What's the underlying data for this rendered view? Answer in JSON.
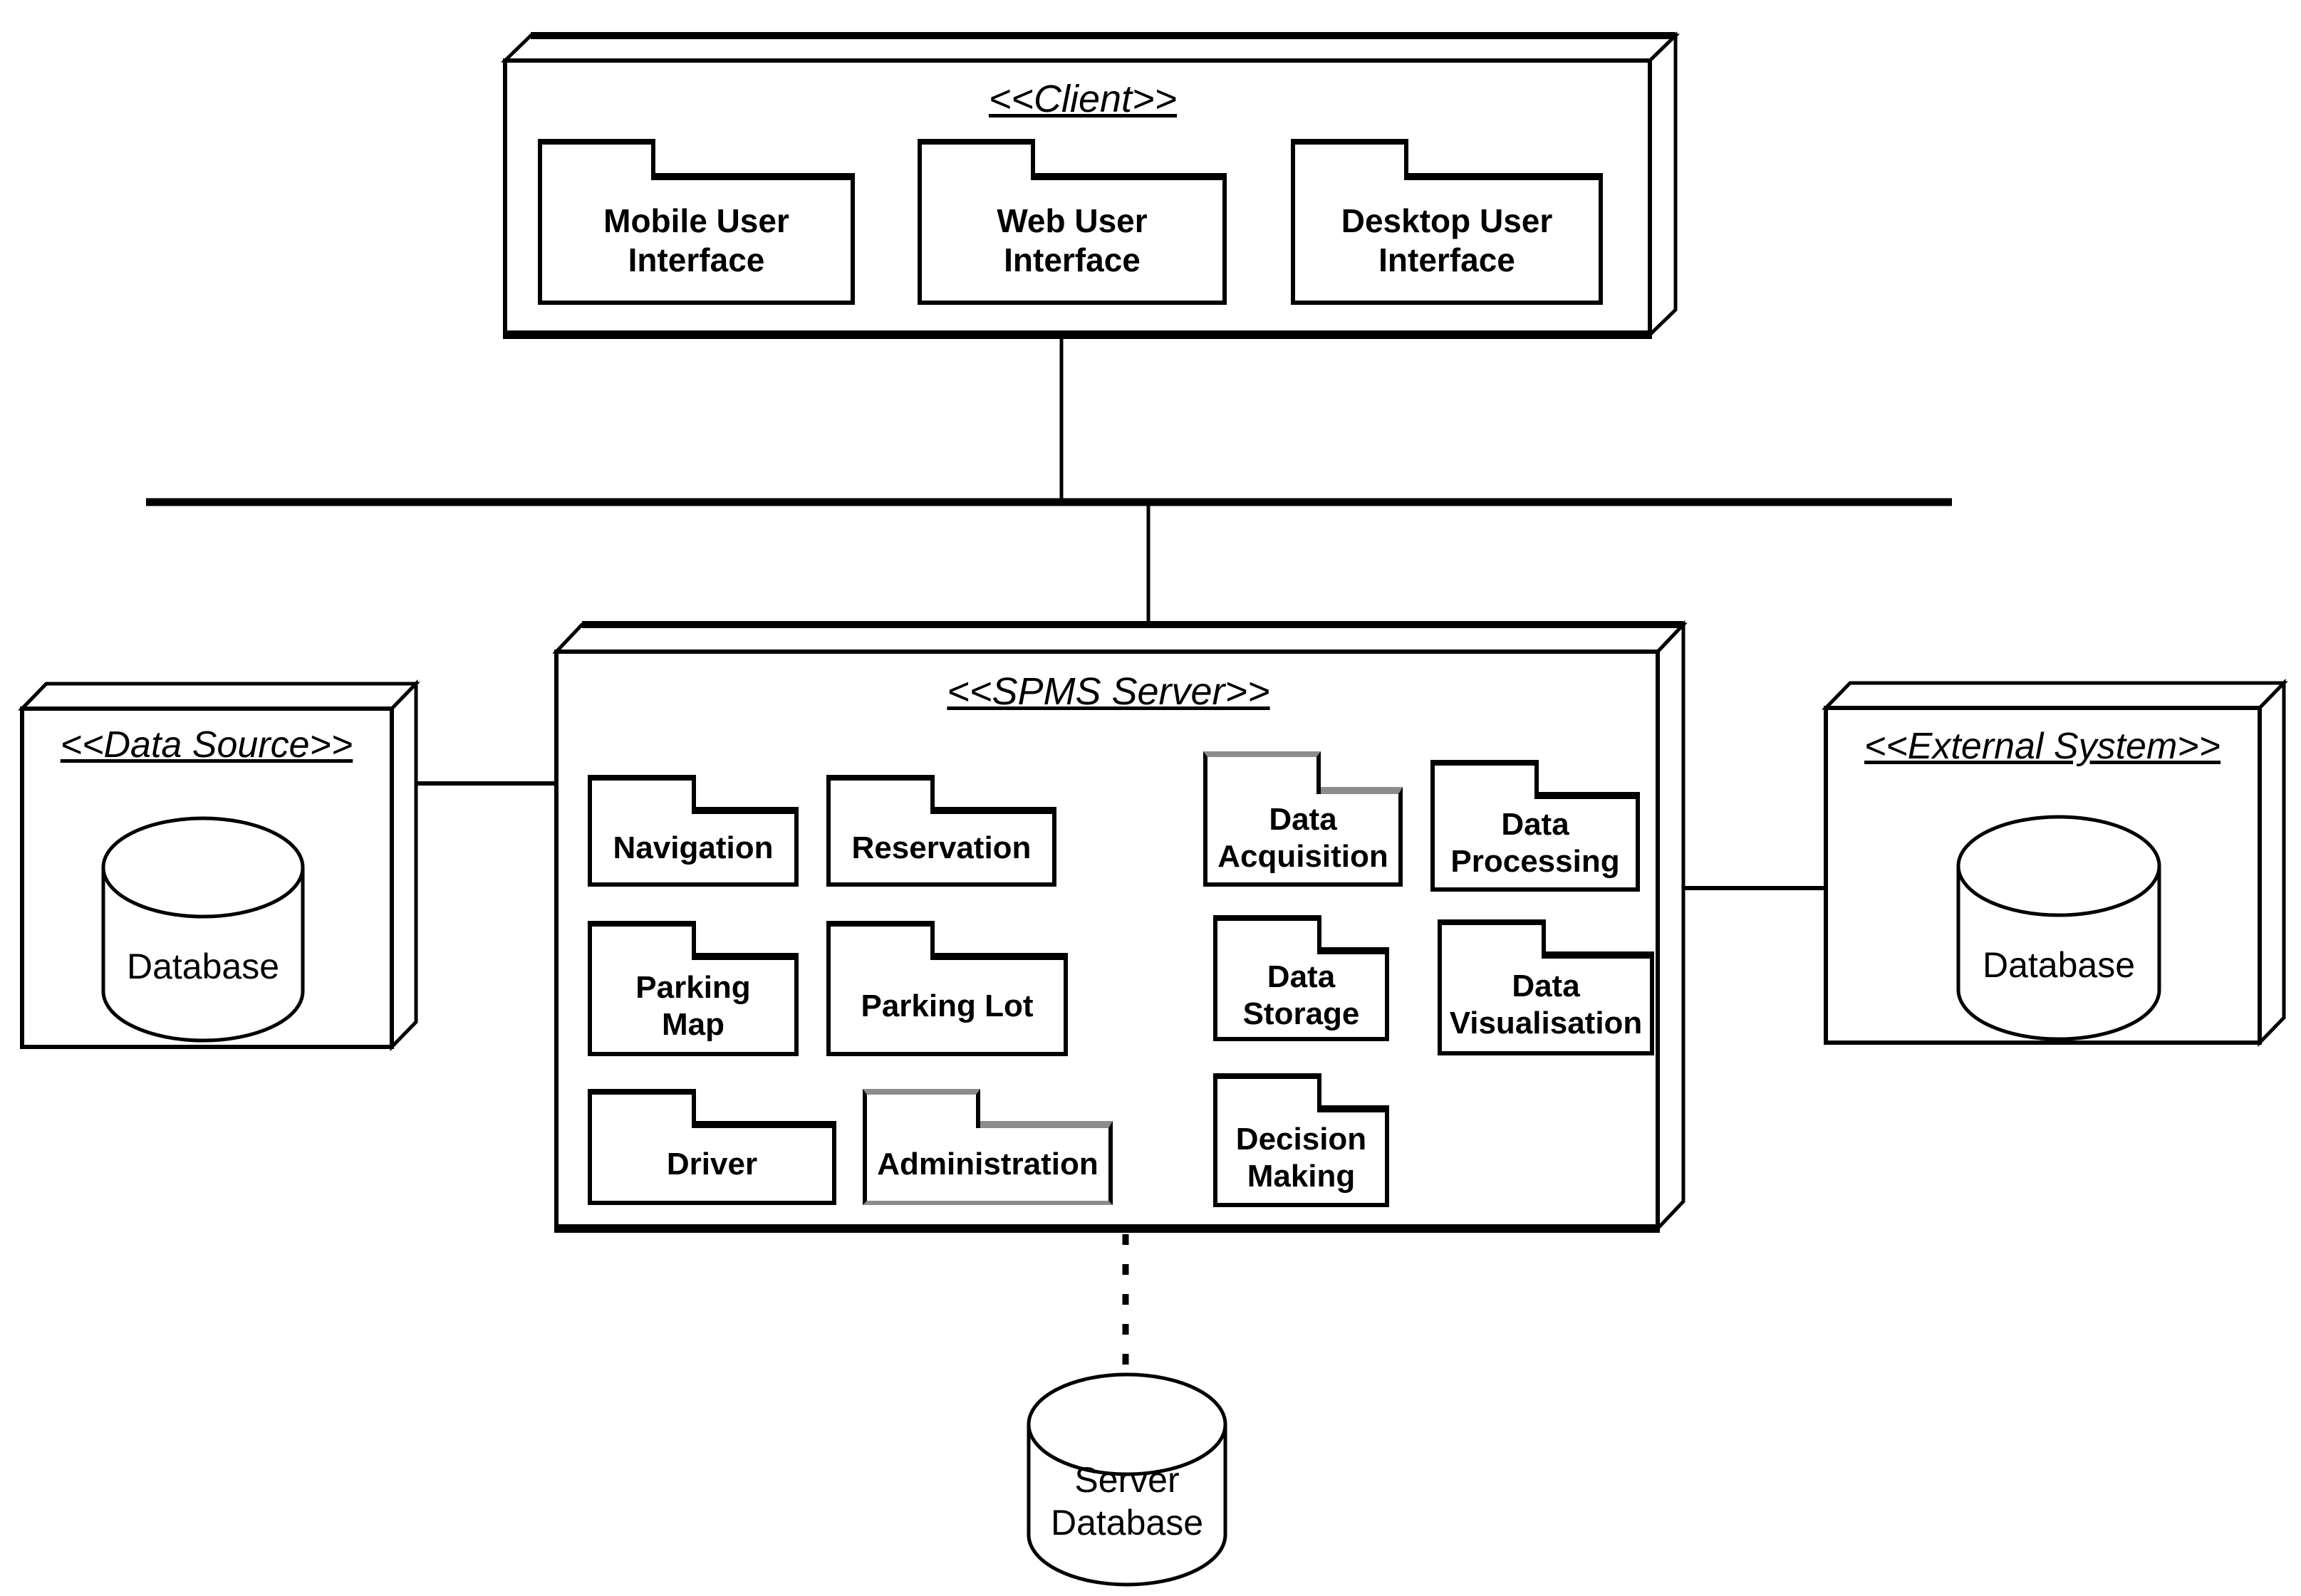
{
  "nodes": {
    "client": {
      "stereotype": "<<Client>>",
      "packages": [
        {
          "label": "Mobile User\nInterface"
        },
        {
          "label": "Web User\nInterface"
        },
        {
          "label": "Desktop User\nInterface"
        }
      ]
    },
    "spms_server": {
      "stereotype": "<<SPMS Server>>",
      "packages": [
        {
          "label": "Navigation"
        },
        {
          "label": "Reservation"
        },
        {
          "label": "Data\nAcquisition"
        },
        {
          "label": "Data\nProcessing"
        },
        {
          "label": "Parking\nMap"
        },
        {
          "label": "Parking Lot"
        },
        {
          "label": "Data\nStorage"
        },
        {
          "label": "Data\nVisualisation"
        },
        {
          "label": "Driver"
        },
        {
          "label": "Administration"
        },
        {
          "label": "Decision\nMaking"
        }
      ]
    },
    "data_source": {
      "stereotype": "<<Data Source>>",
      "database_label": "Database"
    },
    "external_system": {
      "stereotype": "<<External System>>",
      "database_label": "Database"
    },
    "server_database": {
      "label": "Server\nDatabase"
    }
  },
  "colors": {
    "line": "#000000",
    "background": "#ffffff",
    "selection_gray": "#8c8c8c"
  }
}
